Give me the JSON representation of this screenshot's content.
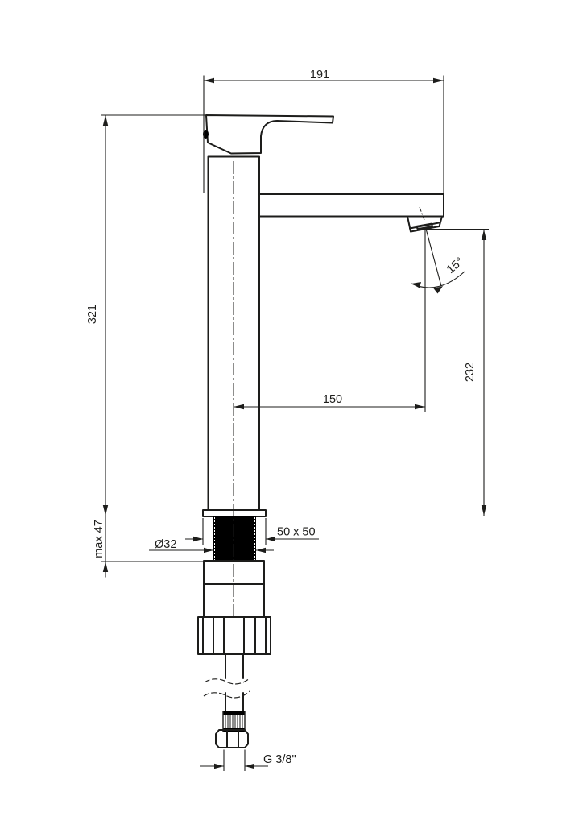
{
  "drawing": {
    "type": "technical-dimension-drawing",
    "subject": "tall single-lever basin mixer tap, side view",
    "labels": {
      "width_total": "191",
      "height_total": "321",
      "spout_outlet_height": "232",
      "spout_reach": "150",
      "outlet_angle": "15°",
      "max_deck_thickness": "max 47",
      "shank_diameter": "Ø32",
      "body_section": "50 x 50",
      "hose_thread": "G 3/8\""
    },
    "colors": {
      "line": "#1d1d1b",
      "background": "#ffffff",
      "solid_fill": "#000000"
    }
  }
}
